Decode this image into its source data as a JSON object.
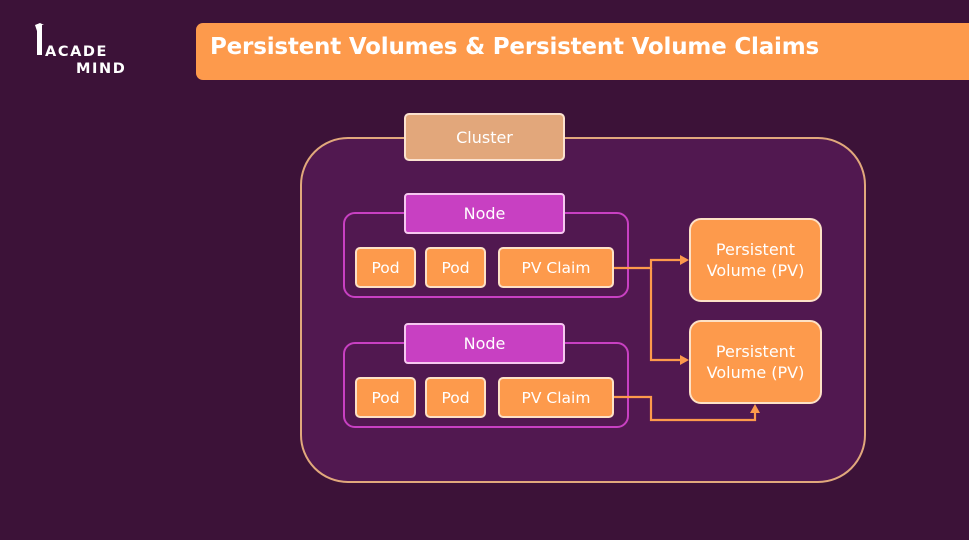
{
  "logo": {
    "line1": "ACADE",
    "line2": "MIND"
  },
  "title": "Persistent Volumes & Persistent Volume Claims",
  "diagram": {
    "cluster_label": "Cluster",
    "nodes": [
      {
        "label": "Node",
        "pods": [
          "Pod",
          "Pod"
        ],
        "claim": "PV Claim"
      },
      {
        "label": "Node",
        "pods": [
          "Pod",
          "Pod"
        ],
        "claim": "PV Claim"
      }
    ],
    "volumes": [
      {
        "line1": "Persistent",
        "line2": "Volume (PV)"
      },
      {
        "line1": "Persistent",
        "line2": "Volume (PV)"
      }
    ]
  },
  "colors": {
    "background": "#3c1238",
    "accent": "#fd9a4c",
    "node": "#c840c2",
    "cluster_fill": "#511850",
    "cluster_border": "#e1a87c"
  }
}
